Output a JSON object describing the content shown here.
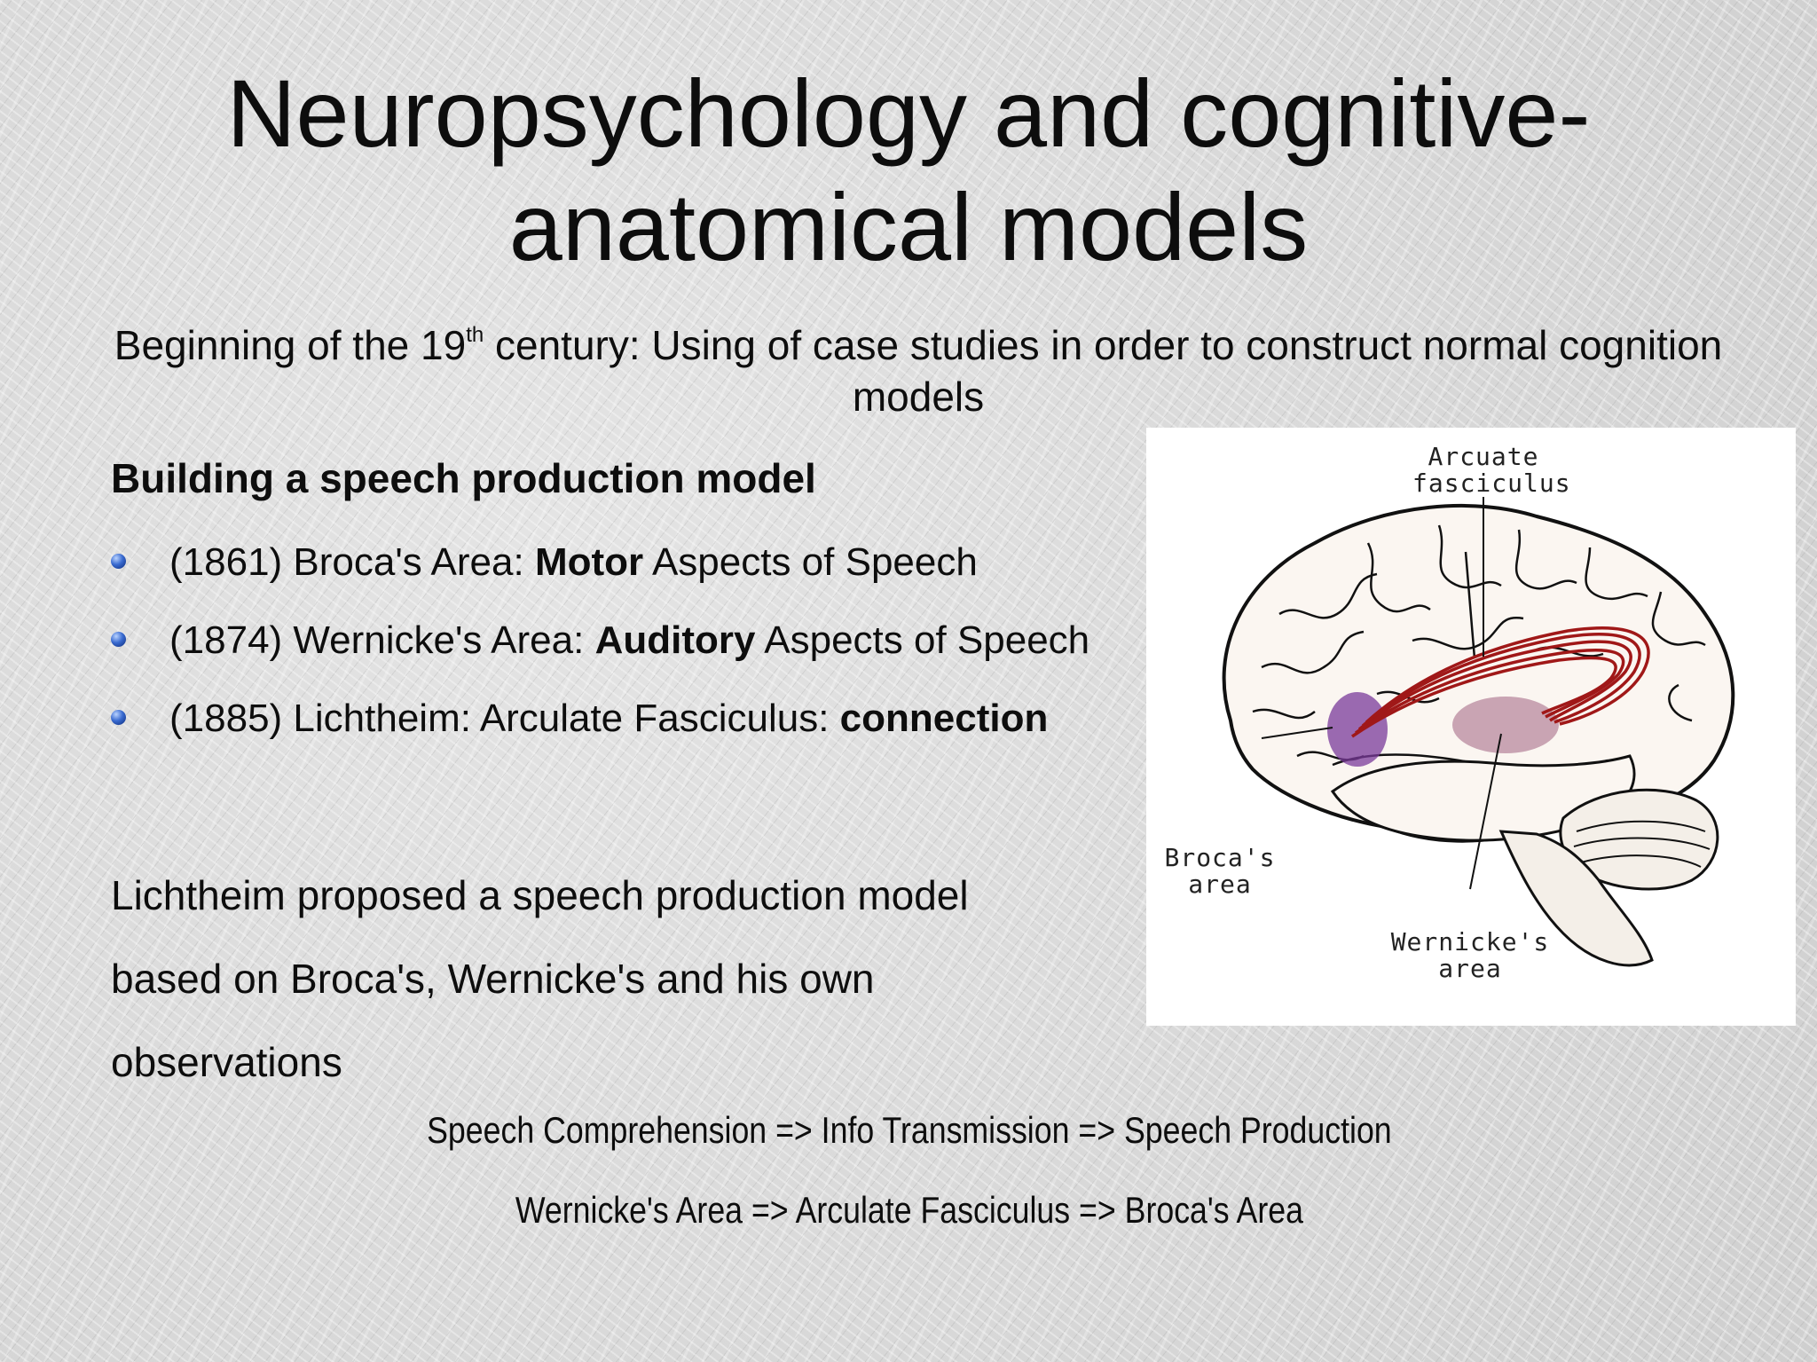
{
  "slide": {
    "title_line1": "Neuropsychology and cognitive-",
    "title_line2": "anatomical models",
    "subtitle_before_sup": "Beginning of the 19",
    "subtitle_sup": "th",
    "subtitle_after_sup": " century: Using of case studies in order to construct normal cognition models",
    "heading": "Building a speech production model",
    "bullets": [
      {
        "prefix": "(1861) Broca's Area: ",
        "bold": "Motor",
        "suffix": " Aspects of Speech"
      },
      {
        "prefix": "(1874) Wernicke's Area: ",
        "bold": "Auditory",
        "suffix": " Aspects of Speech"
      },
      {
        "prefix": "(1885) Lichtheim: Arculate Fasciculus: ",
        "bold": "connection",
        "suffix": ""
      }
    ],
    "paragraph_lines": [
      "Lichtheim proposed a speech production model",
      "based on Broca's, Wernicke's and his own",
      "observations"
    ],
    "flow1": "Speech Comprehension => Info Transmission => Speech Production",
    "flow2": "Wernicke's Area => Arculate Fasciculus => Broca's Area"
  },
  "figure": {
    "label_arcuate_1": "Arcuate",
    "label_arcuate_2": "fasciculus",
    "label_broca_1": "Broca's",
    "label_broca_2": "area",
    "label_wernicke_1": "Wernicke's",
    "label_wernicke_2": "area"
  },
  "colors": {
    "bullet": "#2f5fc4",
    "fasciculus": "#a01818",
    "broca_region": "#7a3a9a",
    "wernicke_region": "#a06080"
  }
}
